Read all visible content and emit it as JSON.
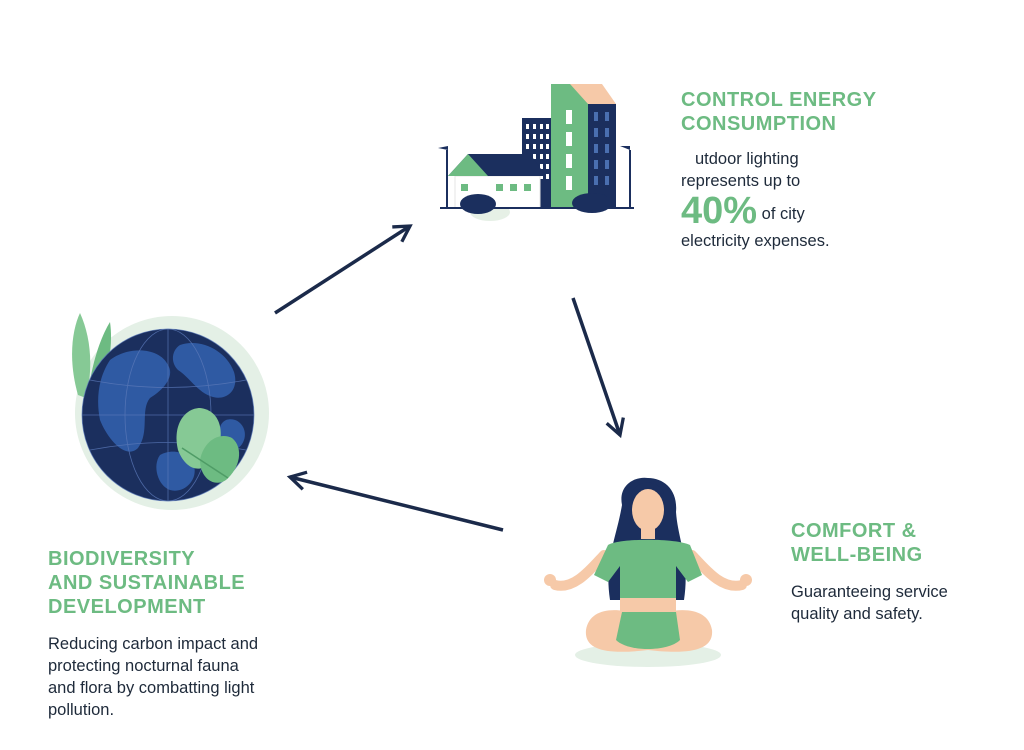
{
  "sections": {
    "energy": {
      "heading": [
        "CONTROL ENERGY",
        "CONSUMPTION"
      ],
      "line1": "utdoor lighting",
      "line2": "represents up to",
      "stat": "40%",
      "stat_suffix": "of city",
      "line4": "electricity expenses."
    },
    "comfort": {
      "heading": [
        "COMFORT &",
        "WELL-BEING"
      ],
      "body": [
        "Guaranteeing service",
        "quality and safety."
      ]
    },
    "biodiversity": {
      "heading": [
        "BIODIVERSITY",
        "AND SUSTAINABLE",
        "DEVELOPMENT"
      ],
      "body": [
        "Reducing carbon impact and",
        "protecting nocturnal fauna",
        "and flora by combatting light",
        "pollution."
      ]
    }
  },
  "icons": [
    "city-buildings-icon",
    "globe-icon",
    "meditating-woman-icon",
    "cycle-arrow-icon"
  ],
  "colors": {
    "accent_green": "#6dbb82",
    "navy": "#1e2a3a",
    "dark_blue": "#1b2f5e",
    "peach": "#f6c9a8"
  }
}
